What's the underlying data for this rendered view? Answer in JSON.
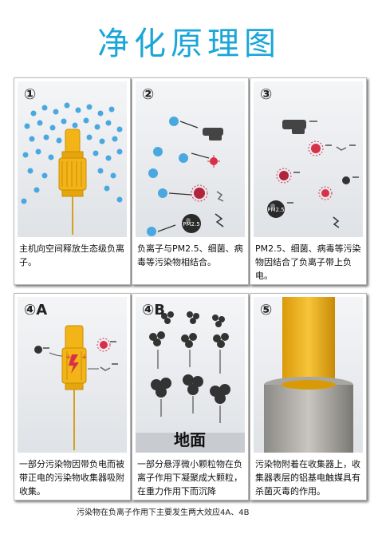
{
  "title": "净化原理图",
  "panels": [
    {
      "number": "①",
      "caption": "主机向空间释放生态级负离子。"
    },
    {
      "number": "②",
      "caption": "负离子与PM2.5、细菌、病毒等污染物相结合。"
    },
    {
      "number": "③",
      "caption": "PM2.5、细菌、病毒等污染物因结合了负离子带上负电。"
    },
    {
      "number": "④A",
      "caption": "一部分污染物因带负电而被带正电的污染物收集器吸附收集。"
    },
    {
      "number": "④B",
      "caption": "一部分悬浮微小颗粒物在负离子作用下凝聚成大颗粒，在重力作用下而沉降"
    },
    {
      "number": "⑤",
      "caption": "污染物附着在收集器上，收集器表层的铝基电触媒具有杀菌灭毒的作用。"
    }
  ],
  "labels": {
    "pm25": "PM2.5",
    "ground": "地面"
  },
  "footnote": "污染物在负离子作用下主要发生两大效应4A、4B",
  "colors": {
    "title": "#1aa6d8",
    "ion": "#4aa8e0",
    "device": "#f2b417",
    "germ": "#d9304a"
  }
}
